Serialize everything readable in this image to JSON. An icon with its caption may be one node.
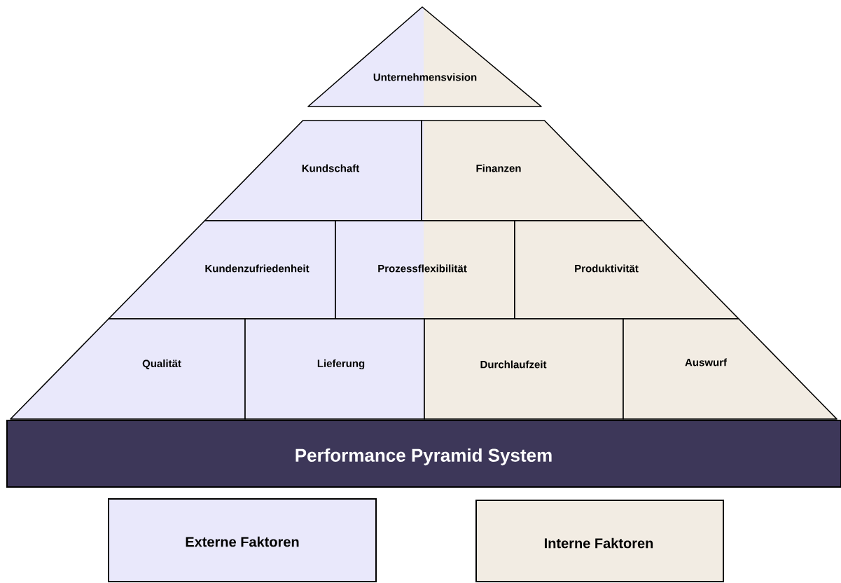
{
  "diagram": {
    "nodes": [
      {
        "text": [
          "Unternehmensvision"
        ]
      },
      {
        "text": [
          "Kundschaft"
        ]
      },
      {
        "text": [
          "Finanzen"
        ]
      },
      {
        "text": [
          "Kundenzufriedenheit"
        ]
      },
      {
        "text": [
          "Prozessflexibilität"
        ]
      },
      {
        "text": [
          "Produktivität"
        ]
      },
      {
        "text": [
          "Qualität"
        ]
      },
      {
        "text": [
          "Lieferung"
        ]
      },
      {
        "text": [
          "Durchlaufzeit"
        ]
      },
      {
        "text": [
          "Auswurf"
        ]
      },
      {
        "text": [
          "Performance Pyramid System"
        ]
      },
      {
        "text": [
          "Externe Faktoren"
        ]
      },
      {
        "text": [
          "Interne Faktoren"
        ]
      }
    ]
  }
}
